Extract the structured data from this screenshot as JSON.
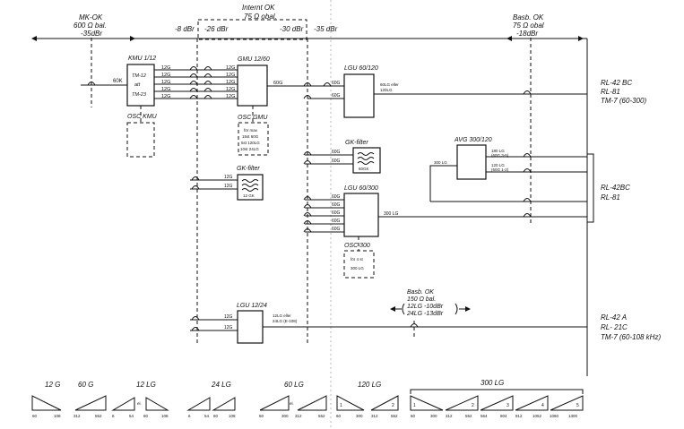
{
  "header": {
    "mk_ok": [
      "MK-OK",
      "600 Ω bal.",
      "-35dBr"
    ],
    "internt_ok": [
      "Internt OK",
      "75 Ω obal."
    ],
    "basb_ok_top": [
      "Basb. OK",
      "75 Ω obal",
      "-18dBr"
    ],
    "levels": [
      "-8 dBr",
      "-26 dBr",
      "-30 dBr",
      "-35 dBr"
    ]
  },
  "blocks": {
    "kmu": {
      "title": "KMU 1/12",
      "lines": [
        "TM-12",
        "att",
        "TM-23"
      ]
    },
    "osc_kmu": {
      "title": "OSC KMU"
    },
    "gmu": {
      "title": "GMU 12/60"
    },
    "osc_gmu": {
      "title": "OSC GMU",
      "lines": [
        "för max",
        "15st 60G",
        "5st 120LG",
        "10st 24LG"
      ]
    },
    "gk_filter_1": {
      "title": "GK-filter",
      "inner": "12 GK"
    },
    "lgu_60_120": {
      "title": "LGU 60/120"
    },
    "gk_filter_2": {
      "title": "GK-filter",
      "inner": "60GK"
    },
    "lgu_60_300": {
      "title": "LGU 60/300"
    },
    "osc_300": {
      "title": "OSC 300",
      "lines": [
        "för 4 st",
        "300 LG"
      ]
    },
    "avg": {
      "title": "AVG 300/120"
    },
    "lgu_12_24": {
      "title": "LGU 12/24"
    }
  },
  "signal_labels": {
    "in_60k": "60K",
    "kmu_out": "12G",
    "gmu_in": "12G",
    "gmu_out": "60G",
    "lgu60_in": "60G",
    "lgu60_out": [
      "60LG eller",
      "120LG"
    ],
    "gk2_in": "60G",
    "lgu300_in": "60G",
    "lgu300_out": "300 LG",
    "avg_in": "300 LG",
    "avg_out1": [
      "180 LG",
      "(60G 3-5)"
    ],
    "avg_out2": [
      "120 LG",
      "(60G 1-2)"
    ],
    "gk1_in": "12G",
    "lgu24_in": "12G",
    "lgu24_out": [
      "12LG eller",
      "24LG (E-108)"
    ]
  },
  "basb_ok_mid": [
    "Basb. OK",
    "150 Ω bal.",
    "12LG -10dBr",
    "24LG -13dBr"
  ],
  "right_labels": {
    "group1": [
      "RL-42 BC",
      "RL-81",
      "TM-7 (60-300)"
    ],
    "group2": [
      "RL-42BC",
      "RL-81"
    ],
    "group3": [
      "RL-42 A",
      "RL- 21C",
      "TM-7 (60-108 kHz)"
    ]
  },
  "spectra": [
    {
      "label": "12 G",
      "ticks": [
        "60",
        "108"
      ]
    },
    {
      "label": "60 G",
      "ticks": [
        "312",
        "552"
      ]
    },
    {
      "label": "12 LG",
      "ticks": [
        "6",
        "54",
        "60",
        "108"
      ],
      "note": "el."
    },
    {
      "label": "24 LG",
      "ticks": [
        "6",
        "54",
        "60",
        "108"
      ]
    },
    {
      "label": "60 LG",
      "ticks": [
        "60",
        "300",
        "312",
        "552"
      ],
      "note": "el."
    },
    {
      "label": "120 LG",
      "ticks": [
        "60",
        "300",
        "312",
        "552"
      ],
      "nums": [
        "1",
        "2"
      ]
    },
    {
      "label": "300 LG",
      "ticks": [
        "60",
        "300",
        "312",
        "552",
        "564",
        "804",
        "812",
        "1052",
        "1060",
        "1300"
      ],
      "nums": [
        "1",
        "2",
        "3",
        "4",
        "5"
      ]
    }
  ]
}
